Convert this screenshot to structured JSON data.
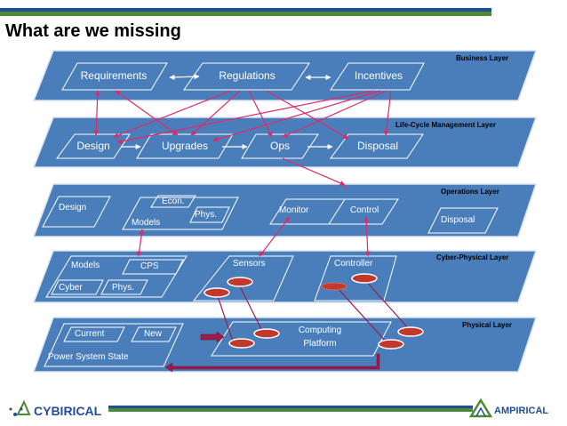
{
  "title": "What are we missing",
  "layers": {
    "business": {
      "label": "Business Layer",
      "boxes": [
        "Requirements",
        "Regulations",
        "Incentives"
      ]
    },
    "lifecycle": {
      "label": "Life-Cycle Management Layer",
      "boxes": [
        "Design",
        "Upgrades",
        "Ops",
        "Disposal"
      ]
    },
    "operations": {
      "label": "Operations Layer",
      "design": "Design",
      "econ": "Econ.",
      "models": "Models",
      "phys": "Phys.",
      "monitor": "Monitor",
      "control": "Control",
      "disposal": "Disposal"
    },
    "cyberphysical": {
      "label": "Cyber-Physical Layer",
      "models": "Models",
      "cps": "CPS",
      "cyber": "Cyber",
      "phys": "Phys.",
      "sensors": "Sensors",
      "controller": "Controller"
    },
    "physical": {
      "label": "Physical Layer",
      "current": "Current",
      "new": "New",
      "power_system_state": "Power System State",
      "computing_line1": "Computing",
      "computing_line2": "Platform"
    }
  },
  "footer": {
    "left_logo": "CYBIRICAL",
    "right_logo": "AMPIRICAL"
  },
  "colors": {
    "layer_fill": "#4a7ebb",
    "layer_fill_light": "#5b8fcc",
    "box_stroke": "#ffffff",
    "arrow_red": "#e0286a",
    "top_bar_green": "#4c8a34",
    "top_bar_blue": "#1f4e9c",
    "disk_red": "#c0392b"
  }
}
